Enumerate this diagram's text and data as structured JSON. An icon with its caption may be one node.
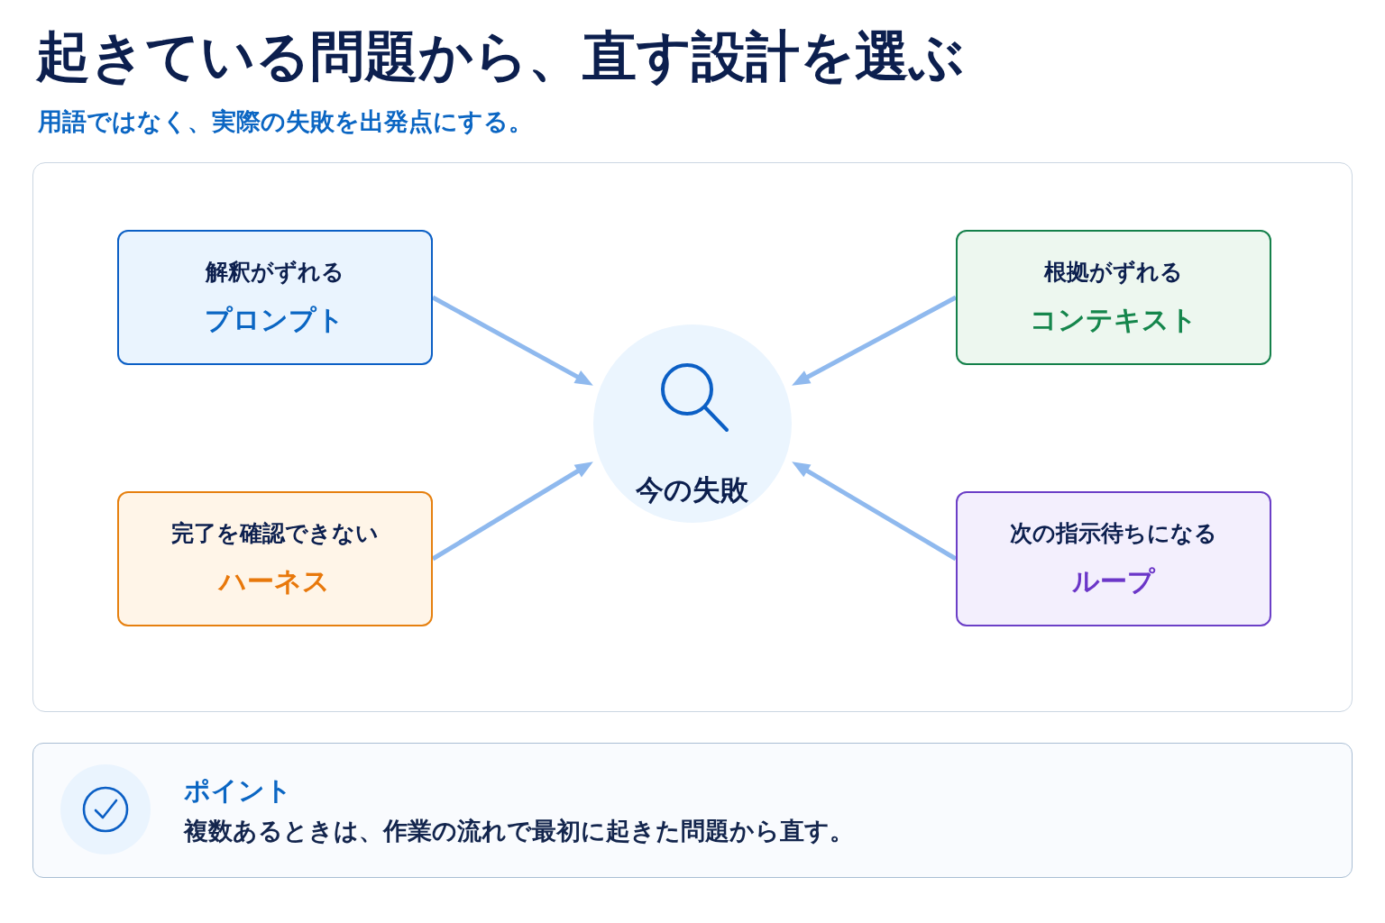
{
  "diagram": {
    "title": "起きている問題から、直す設計を選ぶ",
    "nodes": [
      {
        "text": [],
        "shape": "box"
      },
      {
        "text": [
          "解釈がずれる",
          "プロンプト"
        ],
        "in": 0
      },
      {
        "text": [
          "根拠がずれる",
          "コンテキスト"
        ],
        "in": 0
      },
      {
        "text": [
          "今の失敗"
        ],
        "in": 0
      },
      {
        "text": [
          "完了を確認できない",
          "ハーネス"
        ],
        "in": 0
      },
      {
        "text": [
          "次の指示待ちになる",
          "ループ"
        ],
        "in": 0
      },
      {
        "text": [
          "ポイント",
          "複数あるときは、作業の流れで最初に起きた問題から直す。"
        ]
      }
    ],
    "edges": [
      {
        "from": 1,
        "to": 3,
        "arrow": "to"
      },
      {
        "from": 2,
        "to": 3,
        "arrow": "to"
      },
      {
        "from": 4,
        "to": 3,
        "arrow": "to"
      },
      {
        "from": 5,
        "to": 3,
        "arrow": "to"
      }
    ],
    "labels": [
      "用語ではなく、実際の失敗を出発点にする。"
    ]
  }
}
